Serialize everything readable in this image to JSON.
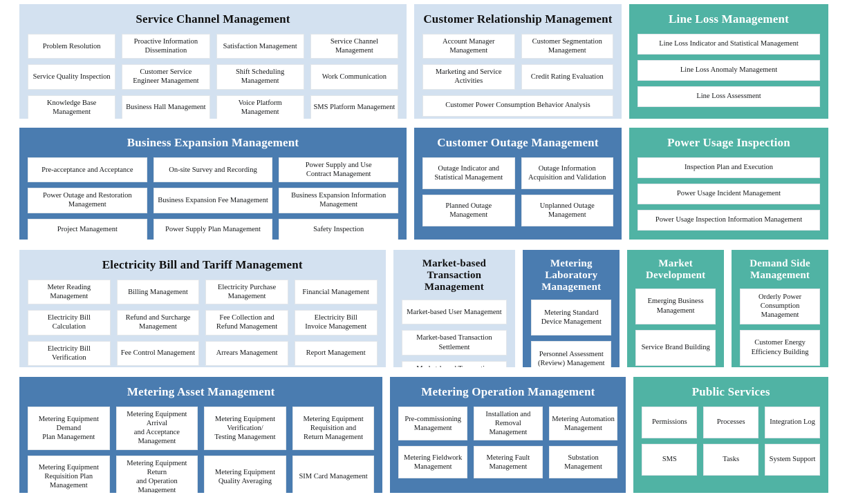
{
  "diagram": {
    "colors": {
      "light_blue_panel": "#d3e1f0",
      "blue_panel": "#4a7cb0",
      "teal_panel": "#50b3a4",
      "tile_background": "#ffffff",
      "page_background": "#ffffff"
    },
    "rows": [
      {
        "panels": [
          {
            "id": "service-channel",
            "title": "Service Channel Management",
            "style": "light",
            "columns": 4,
            "tiles": [
              "Problem Resolution",
              "Proactive Information\nDissemination",
              "Satisfaction Management",
              "Service Channel Management",
              "Service Quality Inspection",
              "Customer Service\nEngineer Management",
              "Shift Scheduling Management",
              "Work Communication",
              "Knowledge Base Management",
              "Business Hall Management",
              "Voice Platform Management",
              "SMS Platform Management"
            ]
          },
          {
            "id": "crm",
            "title": "Customer Relationship Management",
            "style": "light",
            "columns": 2,
            "tiles": [
              "Account Manager Management",
              "Customer Segmentation\nManagement",
              "Marketing and Service\nActivities",
              "Credit Rating Evaluation",
              "Customer Power Consumption Behavior Analysis"
            ],
            "wide_tiles": [
              4
            ]
          },
          {
            "id": "line-loss",
            "title": "Line Loss Management",
            "style": "teal",
            "columns": 1,
            "tiles": [
              "Line Loss Indicator and Statistical Management",
              "Line Loss Anomaly Management",
              "Line Loss Assessment"
            ]
          }
        ]
      },
      {
        "panels": [
          {
            "id": "business-expansion",
            "title": "Business Expansion Management",
            "style": "blue",
            "columns": 3,
            "tiles": [
              "Pre-acceptance and Acceptance",
              "On-site Survey and Recording",
              "Power Supply and Use\nContract Management",
              "Power Outage and Restoration\nManagement",
              "Business Expansion Fee Management",
              "Business Expansion Information\nManagement",
              "Project Management",
              "Power Supply Plan Management",
              "Safety Inspection"
            ]
          },
          {
            "id": "customer-outage",
            "title": "Customer Outage Management",
            "style": "blue",
            "columns": 2,
            "tiles": [
              "Outage Indicator and\nStatistical Management",
              "Outage Information\nAcquisition and Validation",
              "Planned Outage\nManagement",
              "Unplanned Outage\nManagement"
            ]
          },
          {
            "id": "power-usage",
            "title": "Power Usage Inspection",
            "style": "teal",
            "columns": 1,
            "tiles": [
              "Inspection Plan and Execution",
              "Power Usage Incident Management",
              "Power Usage Inspection Information Management"
            ]
          }
        ]
      },
      {
        "panels": [
          {
            "id": "electricity-bill",
            "title": "Electricity Bill and Tariff Management",
            "style": "light",
            "columns": 4,
            "tiles": [
              "Meter Reading Management",
              "Billing Management",
              "Electricity Purchase\nManagement",
              "Financial Management",
              "Electricity Bill Calculation",
              "Refund and Surcharge\nManagement",
              "Fee Collection and\nRefund Management",
              "Electricity Bill\nInvoice Management",
              "Electricity Bill Verification",
              "Fee Control Management",
              "Arrears Management",
              "Report Management"
            ]
          },
          {
            "id": "market-based",
            "title": "Market-based\nTransaction Management",
            "style": "light",
            "columns": 1,
            "tiles": [
              "Market-based User Management",
              "Market-based Transaction\nSettlement",
              "Market-based Transaction\nRefund and Surcharge"
            ]
          },
          {
            "id": "metering-lab",
            "title": "Metering Laboratory\nManagement",
            "style": "blue",
            "columns": 1,
            "tiles": [
              "Metering Standard\nDevice Management",
              "Personnel Assessment\n(Review) Management"
            ]
          },
          {
            "id": "market-dev",
            "title": "Market\nDevelopment",
            "style": "teal",
            "columns": 1,
            "tiles": [
              "Emerging Business\nManagement",
              "Service Brand Building"
            ]
          },
          {
            "id": "demand-side",
            "title": "Demand Side\nManagement",
            "style": "teal",
            "columns": 1,
            "tiles": [
              "Orderly Power\nConsumption Management",
              "Customer Energy\nEfficiency Building"
            ]
          }
        ]
      },
      {
        "panels": [
          {
            "id": "metering-asset",
            "title": "Metering Asset Management",
            "style": "blue",
            "columns": 4,
            "tiles": [
              "Metering Equipment Demand\nPlan Management",
              "Metering Equipment Arrival\nand Acceptance Management",
              "Metering Equipment\nVerification/\nTesting Management",
              "Metering Equipment\nRequisition and\nReturn Management",
              "Metering Equipment\nRequisition Plan Management",
              "Metering Equipment Return\nand Operation Management",
              "Metering Equipment\nQuality Averaging",
              "SIM Card Management"
            ]
          },
          {
            "id": "metering-operation",
            "title": "Metering Operation Management",
            "style": "blue",
            "columns": 3,
            "tiles": [
              "Pre-commissioning\nManagement",
              "Installation and\nRemoval\nManagement",
              "Metering Automation\nManagement",
              "Metering Fieldwork\nManagement",
              "Metering Fault\nManagement",
              "Substation Management"
            ]
          },
          {
            "id": "public-services",
            "title": "Public Services",
            "style": "teal",
            "columns": 3,
            "tiles": [
              "Permissions",
              "Processes",
              "Integration Log",
              "SMS",
              "Tasks",
              "System Support"
            ]
          }
        ]
      }
    ]
  }
}
